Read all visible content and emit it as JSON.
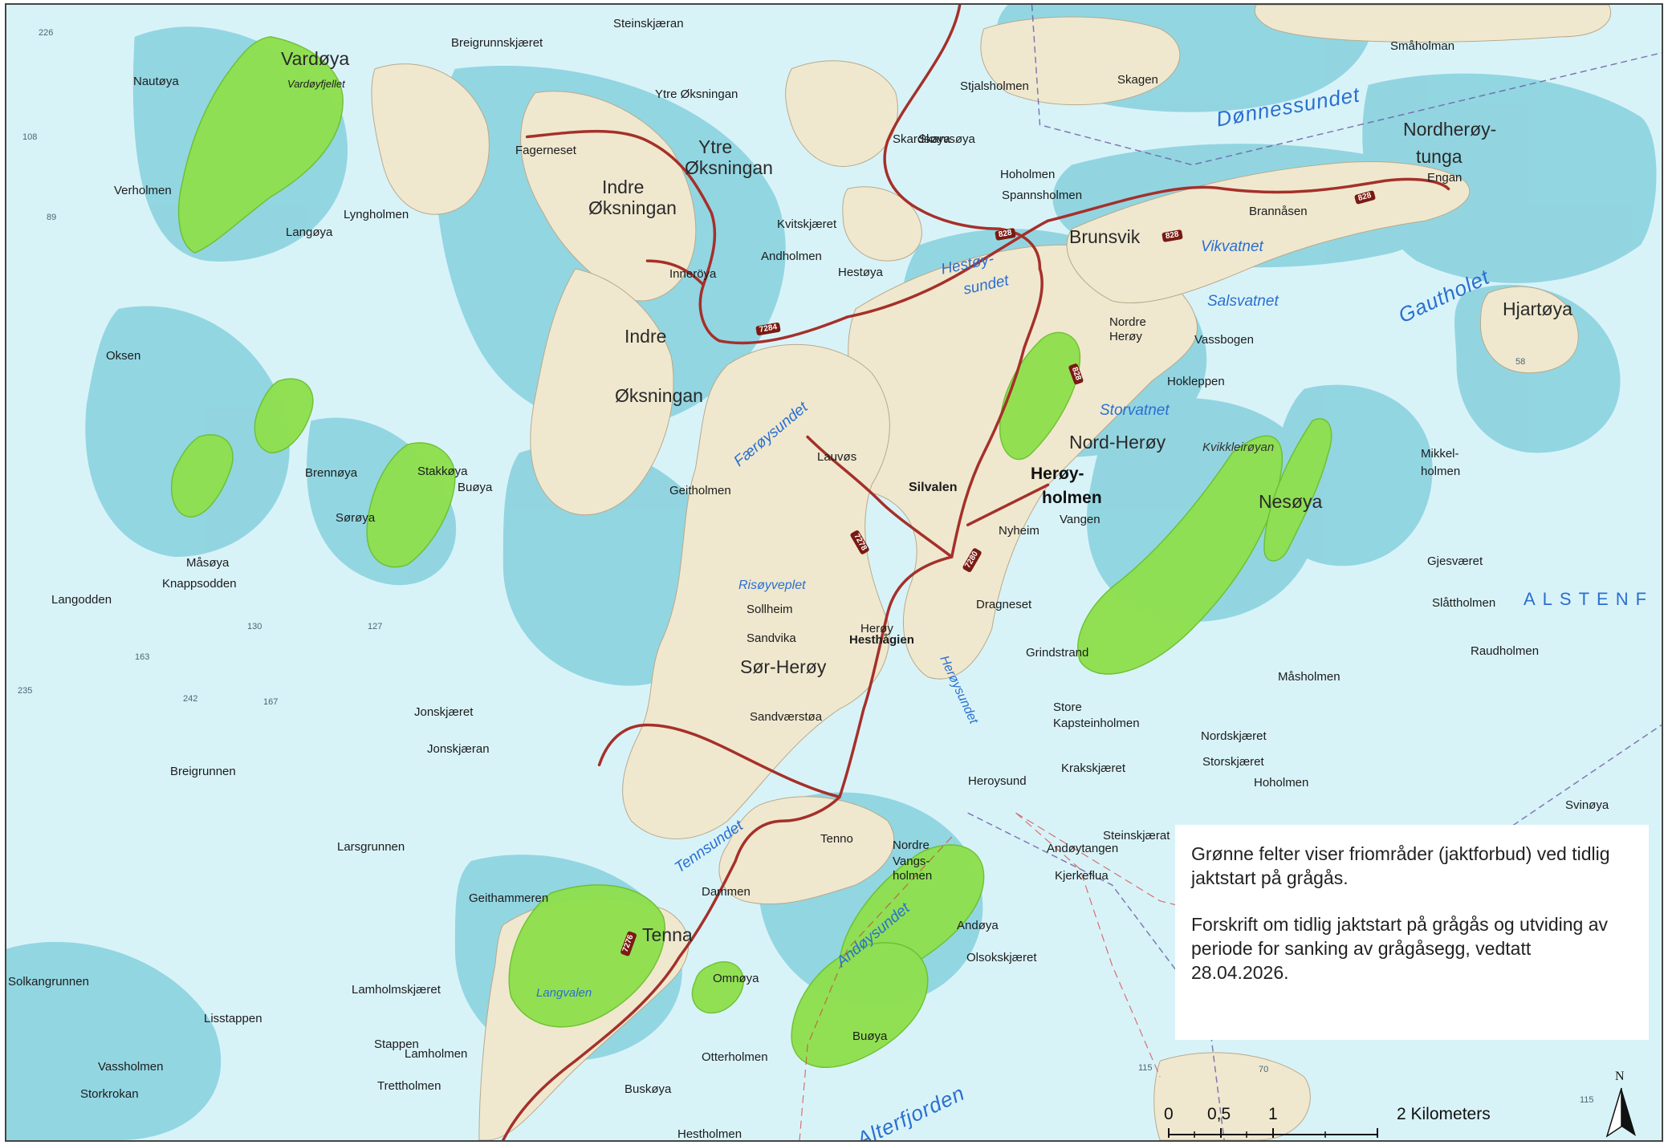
{
  "legend": {
    "line1": "Grønne felter viser friområder (jaktforbud) ved tidlig jaktstart på grågås.",
    "line2": "Forskrift om tidlig jaktstart på grågås og utviding av periode for sanking av grågåsegg, vedtatt 28.04.2026."
  },
  "scale": {
    "ticks": [
      "0",
      "0,5",
      "1",
      "2 Kilometers"
    ]
  },
  "north_arrow": {
    "label": "N",
    "icon": "north-arrow-icon"
  },
  "colors": {
    "sea": "#d6f2f7",
    "shallow": "#8fd3e0",
    "land": "#efe8cf",
    "terrain": "#e2d9bd",
    "protected": "#8ee04c",
    "road": "#a5302a",
    "boundary": "#6a5aa0"
  },
  "places": [
    {
      "name": "Vardøya"
    },
    {
      "name": "Vardøyfjellet"
    },
    {
      "name": "Nautøya"
    },
    {
      "name": "Ytre Øksningan"
    },
    {
      "name": "Ytre"
    },
    {
      "name": "Øksningan"
    },
    {
      "name": "Indre"
    },
    {
      "name": "Øksningan"
    },
    {
      "name": "Inneröya"
    },
    {
      "name": "Brunsvik"
    },
    {
      "name": "Hoholmen"
    },
    {
      "name": "Spannsholmen"
    },
    {
      "name": "Skarvsøya"
    },
    {
      "name": "Skagen"
    },
    {
      "name": "Småholman"
    },
    {
      "name": "Brannåsen"
    },
    {
      "name": "Nordre"
    },
    {
      "name": "Herøy"
    },
    {
      "name": "Nordherøy-"
    },
    {
      "name": "tunga"
    },
    {
      "name": "Engan"
    },
    {
      "name": "Vassbogen"
    },
    {
      "name": "Hokleppen"
    },
    {
      "name": "Nord-Herøy"
    },
    {
      "name": "Herøy-"
    },
    {
      "name": "holmen"
    },
    {
      "name": "Silvalen"
    },
    {
      "name": "Vangen"
    },
    {
      "name": "Nyheim"
    },
    {
      "name": "Dragneset"
    },
    {
      "name": "Grindstrand"
    },
    {
      "name": "Sør-Herøy"
    },
    {
      "name": "Hesthågien"
    },
    {
      "name": "Herøy"
    },
    {
      "name": "Sandvika"
    },
    {
      "name": "Sollheim"
    },
    {
      "name": "Sandværstøa"
    },
    {
      "name": "Lauvøs"
    },
    {
      "name": "Geitholmen"
    },
    {
      "name": "Heroysund"
    },
    {
      "name": "Tenna"
    },
    {
      "name": "Tenno"
    },
    {
      "name": "Nordre"
    },
    {
      "name": "Vangs-"
    },
    {
      "name": "holmen"
    },
    {
      "name": "Dammen"
    },
    {
      "name": "Andøya"
    },
    {
      "name": "Buøya"
    },
    {
      "name": "Omnøya"
    },
    {
      "name": "Langvalen"
    },
    {
      "name": "Store"
    },
    {
      "name": "Kapsteinholmen"
    },
    {
      "name": "Måsholmen"
    },
    {
      "name": "Raudholmen"
    },
    {
      "name": "Slåttholmen"
    },
    {
      "name": "Gjesværet"
    },
    {
      "name": "Nesøya"
    },
    {
      "name": "Kvikkleirøyan"
    },
    {
      "name": "Mikkel-"
    },
    {
      "name": "holmen"
    },
    {
      "name": "Hjartøya"
    },
    {
      "name": "Svinøya"
    },
    {
      "name": "Hoholmen"
    },
    {
      "name": "Storskjæret"
    },
    {
      "name": "Nordskjæret"
    },
    {
      "name": "Krakskjæret"
    },
    {
      "name": "Andøytangen"
    },
    {
      "name": "Kjerkeflua"
    },
    {
      "name": "Steinskjærat"
    },
    {
      "name": "Olsokskjæret"
    },
    {
      "name": "Otterholmen"
    },
    {
      "name": "Buskøya"
    },
    {
      "name": "Hestholmen"
    },
    {
      "name": "Lamholmen"
    },
    {
      "name": "Lamholmskjæret"
    },
    {
      "name": "Trettholmen"
    },
    {
      "name": "Geithammeren"
    },
    {
      "name": "Larsgrunnen"
    },
    {
      "name": "Breigrunnen"
    },
    {
      "name": "Jonskjæret"
    },
    {
      "name": "Jonskjæran"
    },
    {
      "name": "Oksen"
    },
    {
      "name": "Verholmen"
    },
    {
      "name": "Langodden"
    },
    {
      "name": "Knappsodden"
    },
    {
      "name": "Måsøya"
    },
    {
      "name": "Brennøya"
    },
    {
      "name": "Sørøya"
    },
    {
      "name": "Stakkøya"
    },
    {
      "name": "Buøya"
    },
    {
      "name": "Langøya"
    },
    {
      "name": "Lyngholmen"
    },
    {
      "name": "Fagerneset"
    },
    {
      "name": "Breigrunnskjæret"
    },
    {
      "name": "Skardsøya"
    },
    {
      "name": "Kvitskjæret"
    },
    {
      "name": "Andholmen"
    },
    {
      "name": "Hestøya"
    },
    {
      "name": "Stjalsholmen"
    },
    {
      "name": "Steinskjæran"
    },
    {
      "name": "Vassholmen"
    },
    {
      "name": "Stappen"
    },
    {
      "name": "Storkrokan"
    },
    {
      "name": "Lisstappen"
    },
    {
      "name": "Solkangrunnen"
    }
  ],
  "waters": [
    {
      "name": "Dønnessundet"
    },
    {
      "name": "Gautholet"
    },
    {
      "name": "Vikvatnet"
    },
    {
      "name": "Salsvatnet"
    },
    {
      "name": "Storvatnet"
    },
    {
      "name": "Hestøy-"
    },
    {
      "name": "sundet"
    },
    {
      "name": "Færøysundet"
    },
    {
      "name": "Tennsundet"
    },
    {
      "name": "Andøysundet"
    },
    {
      "name": "Alterfjorden"
    },
    {
      "name": "Herøysundet"
    },
    {
      "name": "Risøyveplet"
    },
    {
      "name": "ALSTENF"
    }
  ],
  "roads": [
    "828",
    "7284",
    "7278",
    "7280",
    "7276"
  ]
}
